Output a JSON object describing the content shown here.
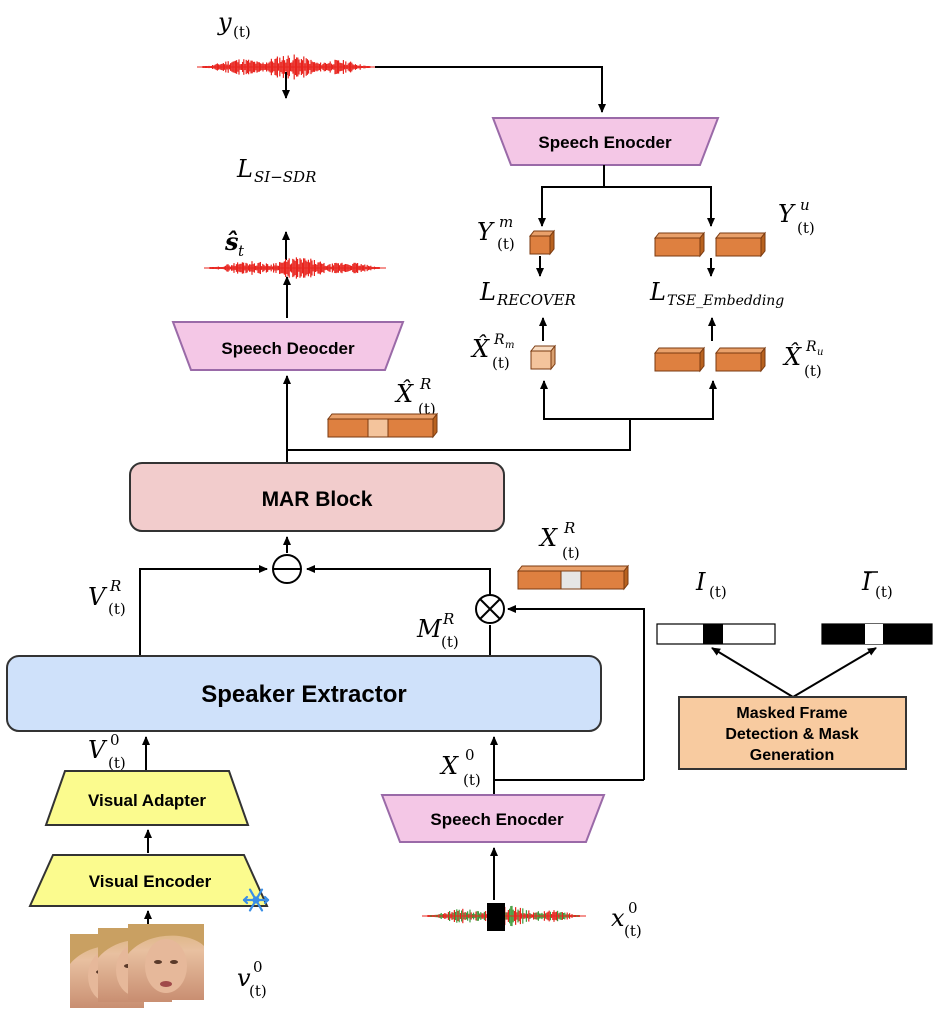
{
  "blocks": {
    "speech_encoder_top": "Speech Enocder",
    "speech_decoder": "Speech Deocder",
    "mar_block": "MAR Block",
    "speaker_extractor": "Speaker Extractor",
    "visual_adapter": "Visual Adapter",
    "visual_encoder": "Visual Encoder",
    "speech_encoder_bottom": "Speech Enocder",
    "mask_gen": [
      "Masked Frame",
      "Detection & Mask",
      "Generation"
    ]
  },
  "symbols": {
    "y": "y",
    "y_sub": "(t)",
    "l_sisdr": "L",
    "l_sisdr_sub": "SI−SDR",
    "s_hat": "ŝ",
    "s_hat_sub": "t",
    "ym": "Y",
    "ym_sup": "m",
    "ym_sub": "(t)",
    "yu": "Y",
    "yu_sup": "u",
    "yu_sub": "(t)",
    "l_recover": "L",
    "l_recover_sub": "RECOVER",
    "l_tse": "L",
    "l_tse_sub": "TSE_Embedding",
    "xrm": "X̂",
    "xrm_sup": "R",
    "xrm_supsub": "m",
    "xrm_sub": "(t)",
    "xru": "X̂",
    "xru_sup": "R",
    "xru_supsub": "u",
    "xru_sub": "(t)",
    "xhat": "X̂",
    "xhat_sup": "R",
    "xhat_sub": "(t)",
    "xr": "X",
    "xr_sup": "R",
    "xr_sub": "(t)",
    "vr": "V",
    "vr_sup": "R",
    "vr_sub": "(t)",
    "mr": "M",
    "mr_sup": "R",
    "mr_sub": "(t)",
    "v0": "V",
    "v0_sup": "0",
    "v0_sub": "(t)",
    "x0": "X",
    "x0_sup": "0",
    "x0_sub": "(t)",
    "i": "I",
    "i_sub": "(t)",
    "ibar": "I",
    "ibar_sub": "(t)",
    "xin": "x",
    "xin_sup": "0",
    "xin_sub": "(t)",
    "vin": "v",
    "vin_sup": "0",
    "vin_sub": "(t)"
  },
  "colors": {
    "pink": "#f4c7e6",
    "pink_stroke": "#9a6aa8",
    "mar": "#f2cccc",
    "blue": "#cfe1fa",
    "yellow": "#fbfb8e",
    "peach": "#f8cba0",
    "orange": "#de8040",
    "light_orange": "#f4c49c",
    "wave_red": "#e8241e",
    "wave_green": "#3e9a3a"
  },
  "icons": [
    "snowflake-icon",
    "face-thumbnails",
    "circle-minus-icon",
    "circle-times-icon"
  ]
}
